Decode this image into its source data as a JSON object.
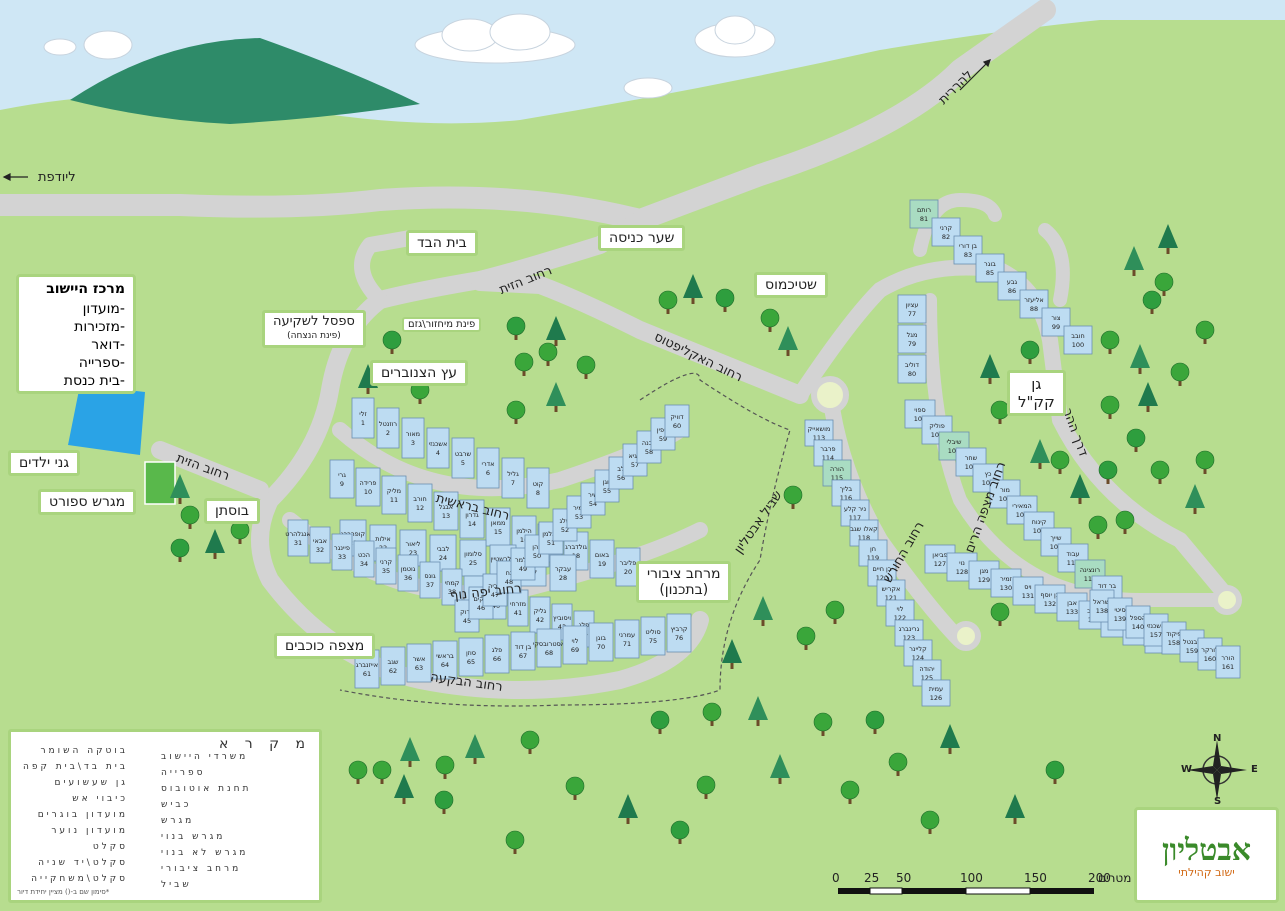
{
  "center": {
    "title": "מרכז היישוב",
    "items": [
      "-מועדון",
      "-מזכירות",
      "-דואר",
      "-ספרייה",
      "-בית כנסת"
    ]
  },
  "labels": {
    "kindergartens": "גני ילדים",
    "sports_field": "מגרש ספורט",
    "bustan": "בוסתן",
    "bet_habad": "בית הבד",
    "gate": "שער כניסה",
    "sitting_bench": "ספסל לשקיעה",
    "sitting_bench_sub": "(פינת הנצחה)",
    "recycling": "פינת מיחזור\\גזם",
    "pine_tree": "עץ הצנוברים",
    "shtikmus": "שטיכמוס",
    "public_space": "מרחב ציבורי",
    "public_space_sub": "(בתכנון)",
    "star_view": "מצפה כוכבים",
    "playground": "גן",
    "playground2": "קק\"ל"
  },
  "roads": {
    "to_yodfat": "ליודפת",
    "to_harit": "להררית",
    "hazayit": "רחוב הזית",
    "hazayit2": "רחוב הזית",
    "haekaliptus": "רחוב האקליפטוס",
    "bereshit": "רחוב בראשית",
    "yafe_nof": "רחוב יפה נוף",
    "habikaa": "רחוב הבקעה",
    "mitzpe_harim": "רחוב מצפה הרים",
    "haoresh": "רחוב החורש",
    "derech_hahar": "דרך ההר",
    "shvil": "שביל אבטליון"
  },
  "legend": {
    "title": "מ ק ר א",
    "left_col": [
      "בוטקה השומר",
      "בית בד\\בית קפה",
      "גן שעשועים",
      "כיבוי אש",
      "מועדון בוגרים",
      "מועדון נוער",
      "סקלט",
      "סקלט\\יד שניה",
      "סקלט\\משחקייה"
    ],
    "right_col": [
      "משרדי היישוב",
      "ספרייה",
      "תחנת אוטובוס",
      "כביש",
      "מגרש",
      "מגרש בנוי",
      "מגרש לא בנוי",
      "מרחב ציבורי",
      "שביל"
    ],
    "footnote": "*סימון שם ב-() מציין יחידת דיור"
  },
  "scale": {
    "ticks": [
      "0",
      "25",
      "50",
      "100",
      "150",
      "200"
    ],
    "unit": "מטרים"
  },
  "compass": {
    "n": "N",
    "s": "S",
    "e": "E",
    "w": "W"
  },
  "logo": {
    "name": "אבטליון",
    "sub": "ישוב קהילתי"
  },
  "lots": [
    {
      "n": "1",
      "name": "זלי"
    },
    {
      "n": "2",
      "name": "רוזנטל"
    },
    {
      "n": "3",
      "name": "מאור"
    },
    {
      "n": "4",
      "name": "אשכנזי"
    },
    {
      "n": "5",
      "name": "שרבט"
    },
    {
      "n": "6",
      "name": "אדרי"
    },
    {
      "n": "7",
      "name": "גליל"
    },
    {
      "n": "8",
      "name": "קוט"
    },
    {
      "n": "9",
      "name": "גרי"
    },
    {
      "n": "10",
      "name": "פרידה"
    },
    {
      "n": "11",
      "name": "מליק"
    },
    {
      "n": "12",
      "name": "חורב"
    },
    {
      "n": "13",
      "name": "אבגל"
    },
    {
      "n": "14",
      "name": "גדרון"
    },
    {
      "n": "15",
      "name": "ממאן"
    },
    {
      "n": "16",
      "name": "הילמן"
    },
    {
      "n": "17",
      "name": "מנחם"
    },
    {
      "n": "18",
      "name": "גולדברג"
    },
    {
      "n": "19",
      "name": "באום"
    },
    {
      "n": "20",
      "name": "פליבר"
    },
    {
      "n": "21",
      "name": "קופרברג"
    },
    {
      "n": "22",
      "name": "אילות"
    },
    {
      "n": "23",
      "name": "ליאור"
    },
    {
      "n": "24",
      "name": "לבבי"
    },
    {
      "n": "25",
      "name": "סלומון"
    },
    {
      "n": "26",
      "name": "מלרשטיין"
    },
    {
      "n": "27",
      "name": "חורן"
    },
    {
      "n": "28",
      "name": "עבקר"
    },
    {
      "n": "31",
      "name": "אנגלהרט"
    },
    {
      "n": "32",
      "name": "אבאי"
    },
    {
      "n": "33",
      "name": "פיינגר"
    },
    {
      "n": "34",
      "name": "הכט"
    },
    {
      "n": "35",
      "name": "קרני"
    },
    {
      "n": "36",
      "name": "גוטמן"
    },
    {
      "n": "37",
      "name": "גונס"
    },
    {
      "n": "38",
      "name": "קמחי"
    },
    {
      "n": "39",
      "name": "גונגן"
    },
    {
      "n": "40",
      "name": "תא-אור"
    },
    {
      "n": "41",
      "name": "מזרחי"
    },
    {
      "n": "42",
      "name": "גליק"
    },
    {
      "n": "43",
      "name": "ויסוביץ"
    },
    {
      "n": "44",
      "name": "פלג"
    },
    {
      "n": "45",
      "name": "צדוק"
    },
    {
      "n": "46",
      "name": "שקים"
    },
    {
      "n": "47",
      "name": "אביה"
    },
    {
      "n": "48",
      "name": "נח"
    },
    {
      "n": "49",
      "name": "טלמר"
    },
    {
      "n": "50",
      "name": "כהן"
    },
    {
      "n": "51",
      "name": "דינלמן"
    },
    {
      "n": "52",
      "name": "שלג"
    },
    {
      "n": "53",
      "name": "זמיר"
    },
    {
      "n": "54",
      "name": "שיר"
    },
    {
      "n": "55",
      "name": "גוגן"
    },
    {
      "n": "56",
      "name": "לב"
    },
    {
      "n": "57",
      "name": "שגיא"
    },
    {
      "n": "58",
      "name": "לבנה"
    },
    {
      "n": "59",
      "name": "ליפין"
    },
    {
      "n": "60",
      "name": "דוויק"
    },
    {
      "n": "61",
      "name": "אייזנברג"
    },
    {
      "n": "62",
      "name": "שגב"
    },
    {
      "n": "63",
      "name": "אשר"
    },
    {
      "n": "64",
      "name": "בראשי"
    },
    {
      "n": "65",
      "name": "סוזן"
    },
    {
      "n": "66",
      "name": "פלג"
    },
    {
      "n": "67",
      "name": "בן דוד"
    },
    {
      "n": "68",
      "name": "אסטרובסקי"
    },
    {
      "n": "69",
      "name": "לוי"
    },
    {
      "n": "70",
      "name": "בוגן"
    },
    {
      "n": "71",
      "name": "עמרני"
    },
    {
      "n": "75",
      "name": "סוליט"
    },
    {
      "n": "76",
      "name": "קרביץ"
    },
    {
      "n": "77",
      "name": "עציון"
    },
    {
      "n": "79",
      "name": "מגל"
    },
    {
      "n": "80",
      "name": "דוליב"
    },
    {
      "n": "81",
      "name": "רותם"
    },
    {
      "n": "82",
      "name": "קרני"
    },
    {
      "n": "83",
      "name": "בן דורי"
    },
    {
      "n": "85",
      "name": "בוגר"
    },
    {
      "n": "86",
      "name": "גבע"
    },
    {
      "n": "88",
      "name": "אליעזר"
    },
    {
      "n": "99",
      "name": "צור"
    },
    {
      "n": "100",
      "name": "חובב"
    },
    {
      "n": "101",
      "name": "ספוי"
    },
    {
      "n": "102",
      "name": "פוליק"
    },
    {
      "n": "103",
      "name": "שיבלי"
    },
    {
      "n": "104",
      "name": "שחר"
    },
    {
      "n": "105",
      "name": "כץ"
    },
    {
      "n": "106",
      "name": "מור"
    },
    {
      "n": "107",
      "name": "המאירי"
    },
    {
      "n": "108",
      "name": "קינוח"
    },
    {
      "n": "109",
      "name": "שייך"
    },
    {
      "n": "110",
      "name": "עבוד"
    },
    {
      "n": "111",
      "name": "רונצינה"
    },
    {
      "n": "112",
      "name": "בר דוד"
    },
    {
      "n": "113",
      "name": "מושאייק"
    },
    {
      "n": "114",
      "name": "פרבר"
    },
    {
      "n": "115",
      "name": "הורה"
    },
    {
      "n": "116",
      "name": "בליך"
    },
    {
      "n": "117",
      "name": "ניר קלע"
    },
    {
      "n": "118",
      "name": "קאלו שגב"
    },
    {
      "n": "119",
      "name": "חן"
    },
    {
      "n": "120",
      "name": "בן חיים"
    },
    {
      "n": "121",
      "name": "אקריש"
    },
    {
      "n": "122",
      "name": "לוי"
    },
    {
      "n": "123",
      "name": "גרינברג"
    },
    {
      "n": "124",
      "name": "קליינר"
    },
    {
      "n": "125",
      "name": "יהודה"
    },
    {
      "n": "126",
      "name": "עמית"
    },
    {
      "n": "127",
      "name": "פביאן"
    },
    {
      "n": "128",
      "name": "נוי"
    },
    {
      "n": "129",
      "name": "מגן"
    },
    {
      "n": "130",
      "name": "זמיר"
    },
    {
      "n": "131",
      "name": "ויס"
    },
    {
      "n": "132",
      "name": "בן יוסף"
    },
    {
      "n": "133",
      "name": "אבן"
    },
    {
      "n": "134",
      "name": "מיטב"
    },
    {
      "n": "135",
      "name": "רפאל"
    },
    {
      "n": "136",
      "name": "שטרנג"
    },
    {
      "n": "137",
      "name": "דרום"
    },
    {
      "n": "138",
      "name": "ישראל"
    },
    {
      "n": "139",
      "name": "סיטי"
    },
    {
      "n": "140",
      "name": "הספל"
    },
    {
      "n": "157",
      "name": "אשכנזי"
    },
    {
      "n": "158",
      "name": "פיקוד"
    },
    {
      "n": "159",
      "name": "לבנטל"
    },
    {
      "n": "160",
      "name": "לורקר"
    },
    {
      "n": "161",
      "name": "הורר"
    }
  ],
  "colors": {
    "grass": "#b7dd8f",
    "sky": "#cfe7f5",
    "mountain": "#2e8b69",
    "road": "#d3d3d3",
    "lot": "#bddcf2",
    "public": "#2aa3e6",
    "label_border": "#a9d47e"
  }
}
